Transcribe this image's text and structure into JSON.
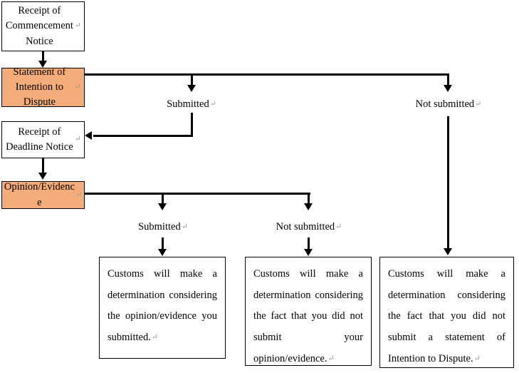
{
  "diagram": {
    "title": "Customs dispute determination flowchart",
    "colors": {
      "shaded_box_fill": "#f4ac7a",
      "box_border": "#000000",
      "connector": "#000000",
      "background": "#ffffff",
      "return_glyph": "#9a9a9a"
    },
    "return_glyph": "↵"
  },
  "nodes": {
    "receipt_commencement": {
      "label": "Receipt of\nCommencement\nNotice",
      "shaded": false
    },
    "statement_intention": {
      "label": "Statement of\nIntention to\nDispute",
      "shaded": true
    },
    "receipt_deadline": {
      "label": "Receipt of\nDeadline Notice",
      "shaded": false
    },
    "opinion_evidence": {
      "label": "Opinion/Evidenc\ne",
      "shaded": true
    },
    "outcome_submitted": {
      "text": "Customs will make a determination considering the opinion/evidence you submitted."
    },
    "outcome_not_submitted_evidence": {
      "text": "Customs will make a determination considering the fact that you did not submit your opinion/evidence."
    },
    "outcome_not_submitted_statement": {
      "text": "Customs will make a determination considering the fact that you did not submit a statement of Intention to Dispute."
    }
  },
  "edge_labels": {
    "statement_submitted": "Submitted",
    "statement_not_submitted": "Not submitted",
    "evidence_submitted": "Submitted",
    "evidence_not_submitted": "Not submitted"
  }
}
